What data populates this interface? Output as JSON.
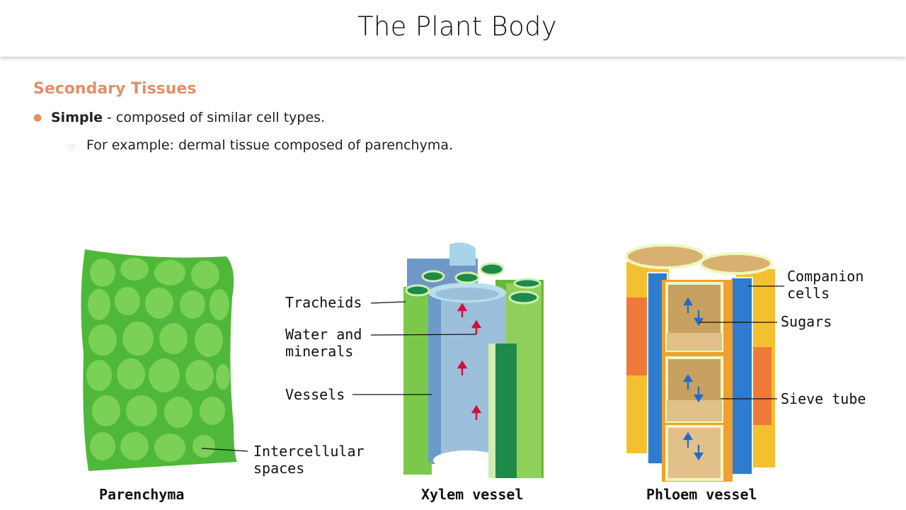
{
  "header": {
    "title": "The Plant Body"
  },
  "content": {
    "section_title": "Secondary Tissues",
    "bullet": {
      "term": "Simple",
      "rest": " - composed of similar cell types."
    },
    "sub_bullet": "For example: dermal tissue composed of parenchyma."
  },
  "figure": {
    "parenchyma": {
      "caption": "Parenchyma",
      "labels": [
        "Intercellular",
        "spaces"
      ]
    },
    "xylem": {
      "caption": "Xylem vessel",
      "labels": {
        "tracheids": "Tracheids",
        "water1": "Water and",
        "water2": "minerals",
        "vessels": "Vessels"
      }
    },
    "phloem": {
      "caption": "Phloem vessel",
      "labels": {
        "companion1": "Companion",
        "companion2": "cells",
        "sugars": "Sugars",
        "sieve": "Sieve tube"
      }
    }
  },
  "colors": {
    "accent": "#e0906a",
    "green": "#6cc644",
    "blue": "#7aa6d6",
    "orange": "#f0a030"
  }
}
